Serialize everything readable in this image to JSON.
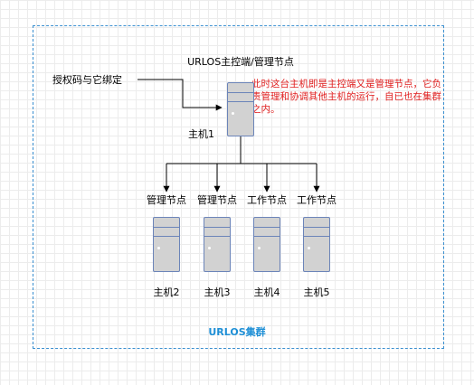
{
  "cluster": {
    "label": "URLOS集群",
    "border_color": "#3a8fd0",
    "label_color": "#1e8fd6"
  },
  "master": {
    "role_label": "URLOS主控端/管理节点",
    "host_label": "主机1",
    "auth_label": "授权码与它绑定",
    "note": "此时这台主机即是主控端又是管理节点，它负责管理和协调其他主机的运行，自已也在集群之内。",
    "note_color": "#e02020"
  },
  "nodes": [
    {
      "role": "管理节点",
      "host": "主机2"
    },
    {
      "role": "管理节点",
      "host": "主机3"
    },
    {
      "role": "工作节点",
      "host": "主机4"
    },
    {
      "role": "工作节点",
      "host": "主机5"
    }
  ],
  "server_style": {
    "fill": "#d2d2d2",
    "stroke": "#6b84b9"
  }
}
